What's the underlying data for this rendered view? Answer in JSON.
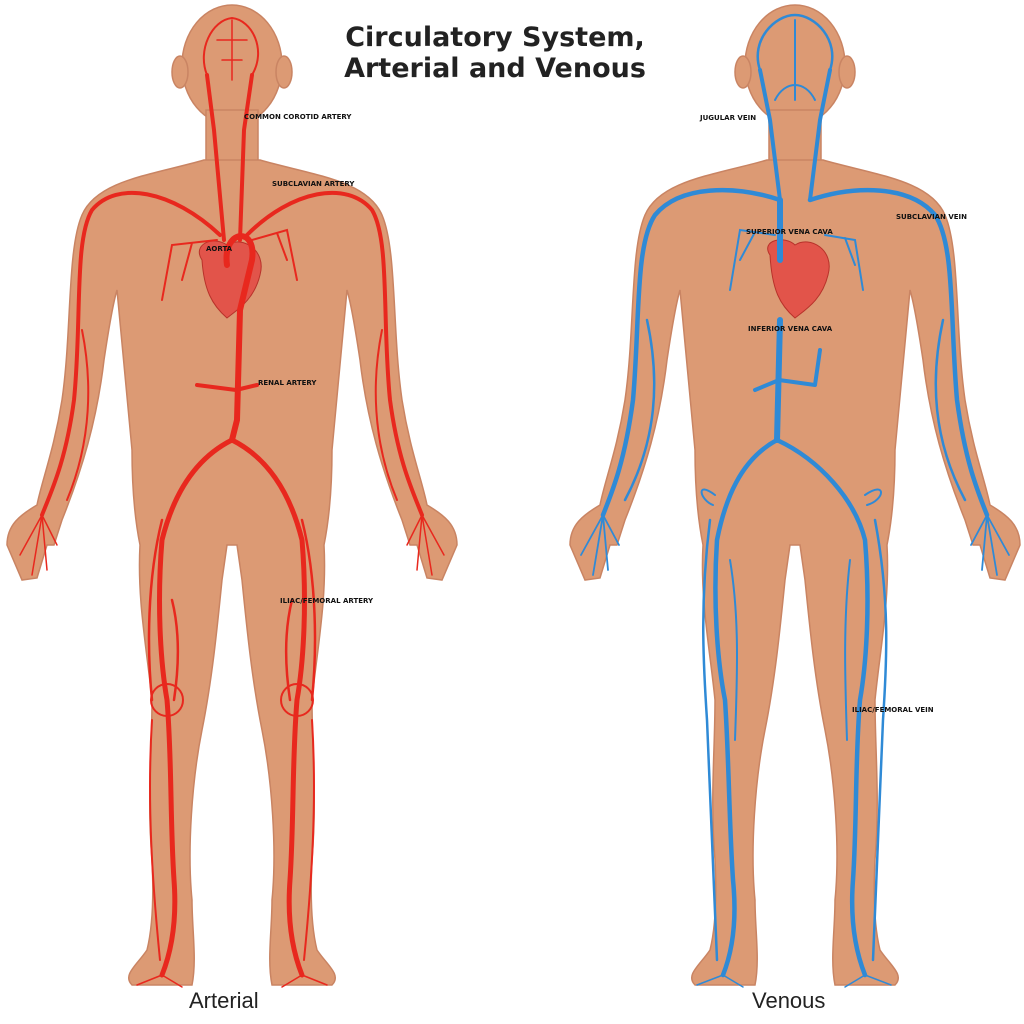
{
  "title_line1": "Circulatory System,",
  "title_line2": "Arterial and Venous",
  "labels": {
    "common_carotid": "COMMON COROTID ARTERY",
    "subclavian_artery": "SUBCLAVIAN ARTERY",
    "aorta": "AORTA",
    "renal_artery": "RENAL ARTERY",
    "iliac_femoral_artery": "ILIAC/FEMORAL ARTERY",
    "jugular_vein": "JUGULAR VEIN",
    "subclavian_vein": "SUBCLAVIAN VEIN",
    "superior_vena_cava": "SUPERIOR VENA CAVA",
    "inferior_vena_cava": "INFERIOR VENA CAVA",
    "iliac_femoral_vein": "ILIAC/FEMORAL VEIN"
  },
  "captions": {
    "arterial": "Arterial",
    "venous": "Venous"
  },
  "colors": {
    "skin": "#dc9a74",
    "skin_edge": "#c98463",
    "artery": "#e8281e",
    "vein": "#2f8ad6",
    "heart": "#e2544a"
  },
  "icons": [
    "body-figure-arterial",
    "body-figure-venous",
    "heart-icon"
  ]
}
